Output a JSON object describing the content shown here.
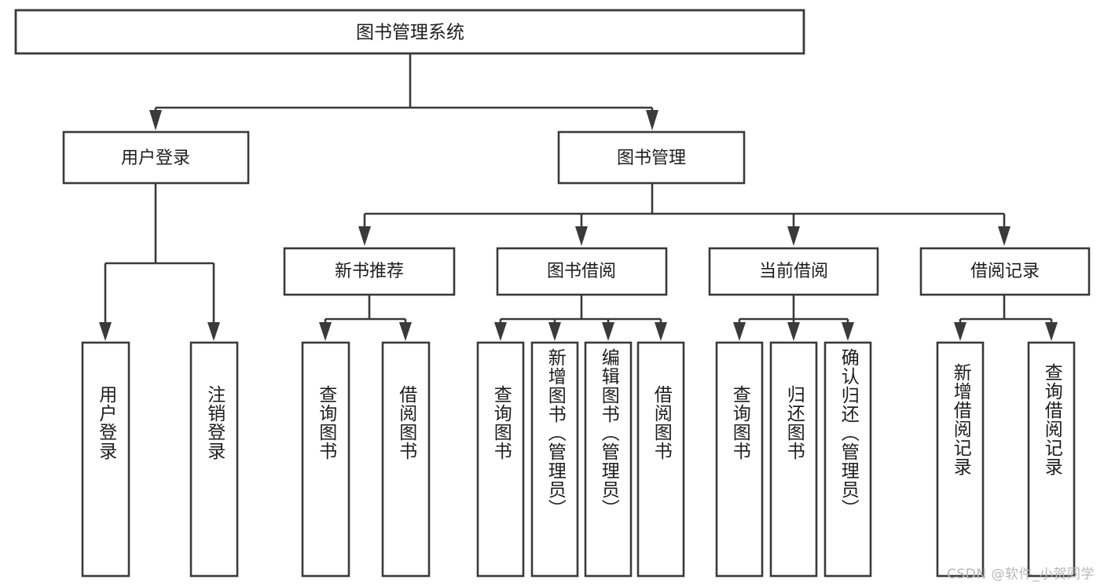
{
  "diagram": {
    "type": "tree-hierarchy-chart",
    "title": "图书管理系统",
    "orientation": "top-down",
    "colors": {
      "stroke": "#3a3a3a",
      "fill": "#ffffff",
      "text": "#1d1d1d",
      "watermark": "#b8b8b8",
      "background": "#ffffff"
    },
    "root": {
      "label": "图书管理系统"
    },
    "level2": [
      {
        "label": "用户登录"
      },
      {
        "label": "图书管理"
      }
    ],
    "level3": [
      {
        "label": "新书推荐"
      },
      {
        "label": "图书借阅"
      },
      {
        "label": "当前借阅"
      },
      {
        "label": "借阅记录"
      }
    ],
    "leaves": {
      "user_login": [
        {
          "label": "用户登录"
        },
        {
          "label": "注销登录"
        }
      ],
      "new_book_recommend": [
        {
          "label": "查询图书"
        },
        {
          "label": "借阅图书"
        }
      ],
      "book_borrow": [
        {
          "label": "查询图书"
        },
        {
          "label": "新增图书（管理员）"
        },
        {
          "label": "编辑图书（管理员）"
        },
        {
          "label": "借阅图书"
        }
      ],
      "current_borrow": [
        {
          "label": "查询图书"
        },
        {
          "label": "归还图书"
        },
        {
          "label": "确认归还（管理员）"
        }
      ],
      "borrow_record": [
        {
          "label": "新增借阅记录"
        },
        {
          "label": "查询借阅记录"
        }
      ]
    },
    "watermark": "CSDN @软件_小贺同学"
  }
}
